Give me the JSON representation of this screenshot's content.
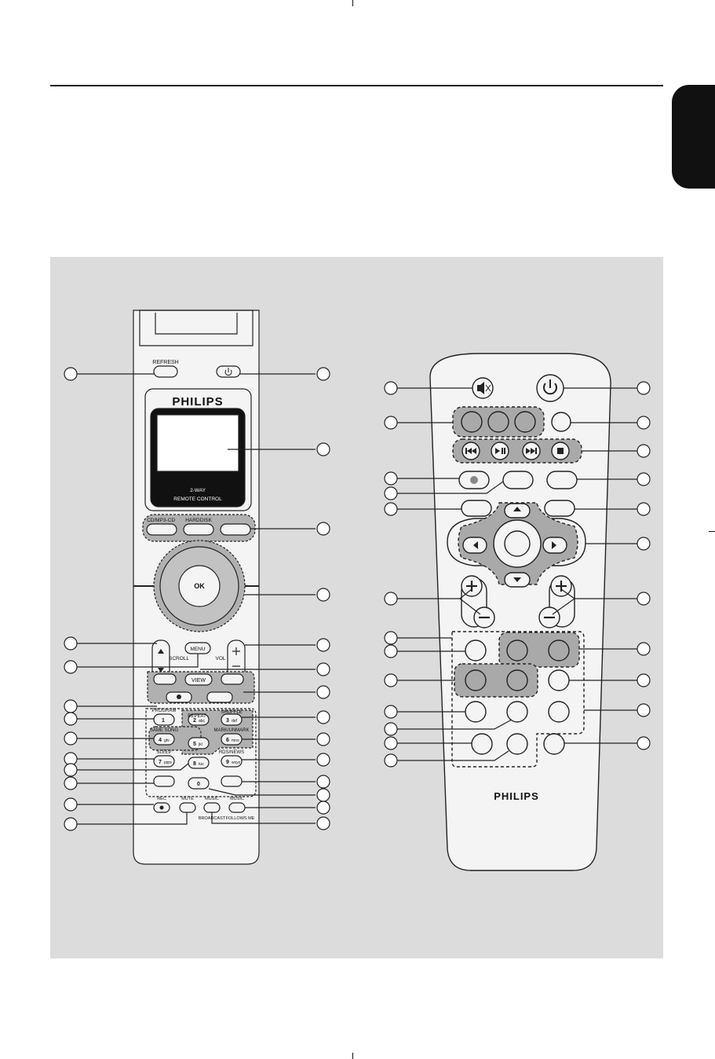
{
  "remote_left": {
    "brand": "PHILIPS",
    "screen_caption_line1": "2-WAY",
    "screen_caption_line2": "REMOTE CONTROL",
    "refresh_label": "REFRESH",
    "source_cd_label": "CD/MP3-CD",
    "source_harddisk_label": "HARDDISK",
    "ok_label": "OK",
    "scroll_label": "SCROLL",
    "menu_label": "MENU",
    "vol_label": "VOL",
    "view_label": "VIEW",
    "program_label": "PROGRAM",
    "repeat_label": "REPEAT",
    "shuffle_label": "SHUFFLE",
    "samesong_label": "SAME SONG",
    "markunmark_label": "MARK/UNMARK",
    "sleep_label": "SLEEP",
    "rdsnews_label": "RDS/NEWS",
    "rec_label": "REC",
    "mute_label": "MUTE",
    "music_broadcast_label": "MUSIC",
    "broadcast_label": "BROADCAST",
    "music_follows_label": "MUSIC",
    "followsme_label": "FOLLOWS ME",
    "key1": "1",
    "key2": "2",
    "key2_sub": "abc",
    "key3": "3",
    "key3_sub": "def",
    "key4": "4",
    "key4_sub": "ghi",
    "key5": "5",
    "key5_sub": "jkl",
    "key6": "6",
    "key6_sub": "mno",
    "key7": "7",
    "key7_sub": "pqrs",
    "key8": "8",
    "key8_sub": "tuv",
    "key9": "9",
    "key9_sub": "wxyz",
    "key0": "0"
  },
  "remote_right": {
    "brand": "PHILIPS"
  },
  "icons": [
    "power-icon",
    "mute-icon",
    "previous-icon",
    "play-pause-icon",
    "next-icon",
    "stop-icon",
    "record-icon",
    "arrow-up-icon",
    "arrow-down-icon",
    "arrow-left-icon",
    "arrow-right-icon",
    "plus-icon",
    "minus-icon"
  ],
  "colors": {
    "panel": "#dcdcdc",
    "tab": "#111111",
    "highlight": "#a9a9a9",
    "remote_body": "#f4f4f4"
  }
}
